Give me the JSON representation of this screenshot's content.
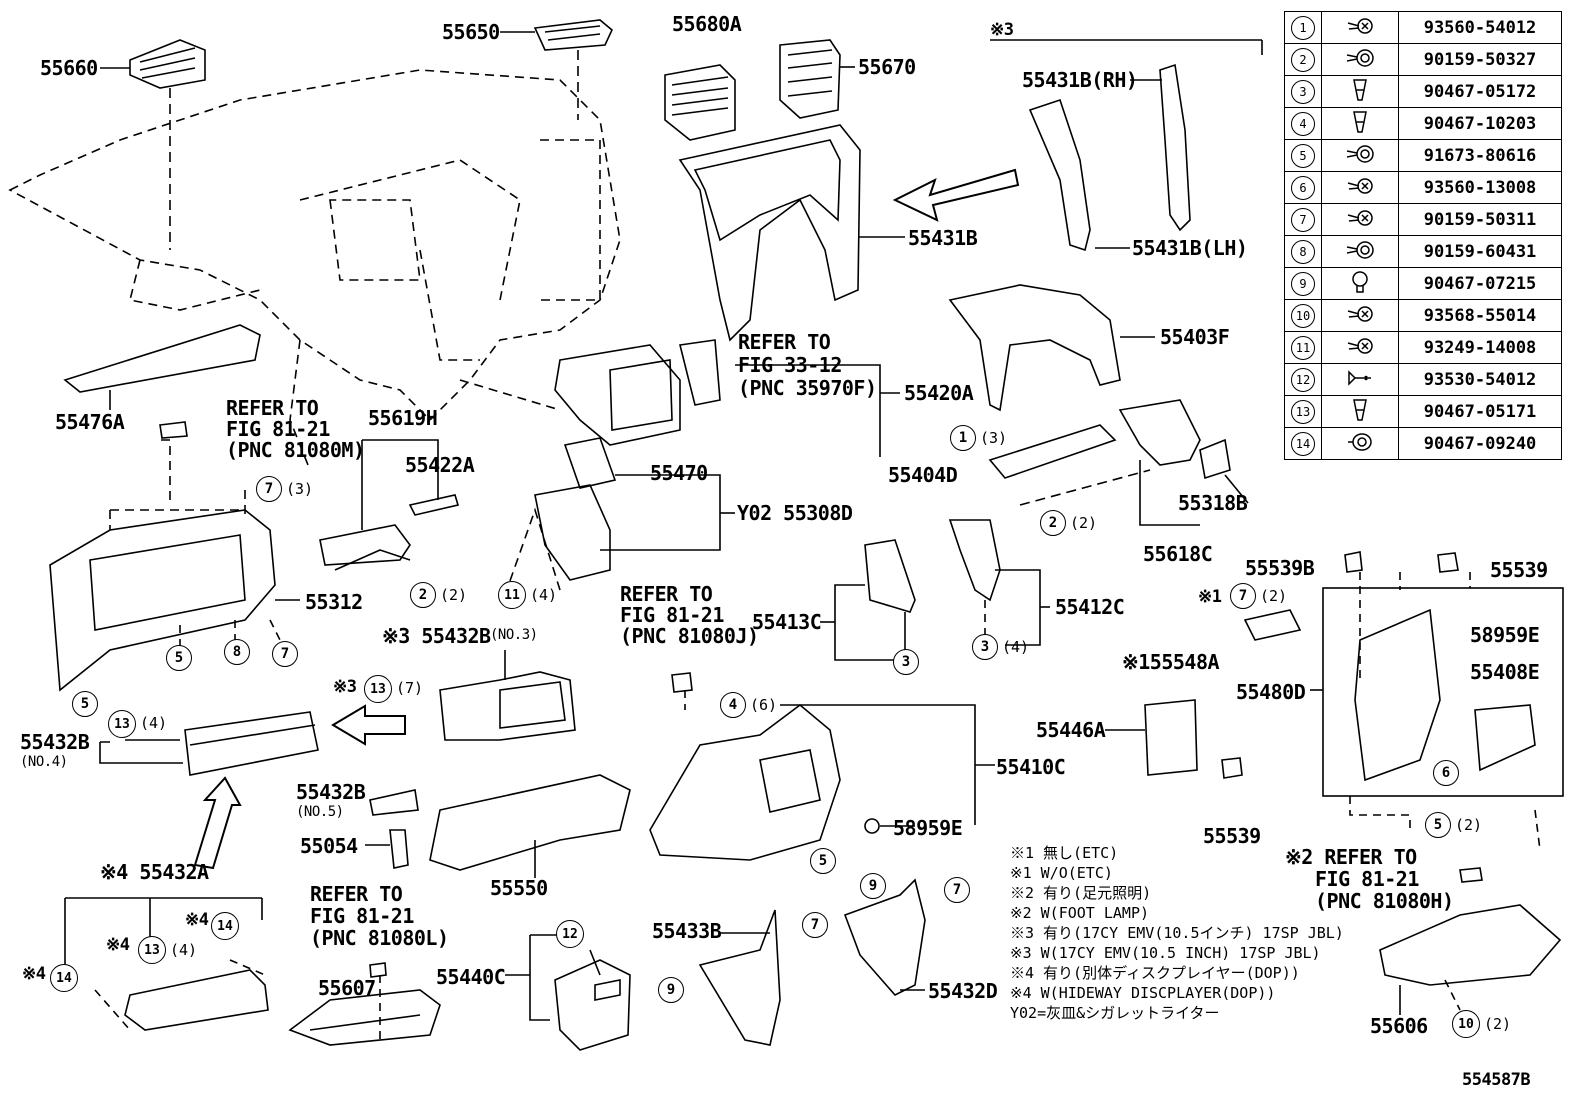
{
  "diagram_id": "554587B",
  "labels": {
    "p55660": "55660",
    "p55650": "55650",
    "p55680A": "55680A",
    "p55670": "55670",
    "mark3_top": "※3",
    "p55431B_RH": "55431B(RH)",
    "p55431B": "55431B",
    "p55431B_LH": "55431B(LH)",
    "p55403F": "55403F",
    "p55476A": "55476A",
    "refer_33_12_a": "REFER TO",
    "refer_33_12_b": "FIG 33-12",
    "refer_33_12_c": "(PNC 35970F)",
    "p55420A": "55420A",
    "refer_81080M_a": "REFER TO",
    "refer_81080M_b": "FIG 81-21",
    "refer_81080M_c": "(PNC 81080M)",
    "p55619H": "55619H",
    "p55422A": "55422A",
    "p55470": "55470",
    "p55404D": "55404D",
    "p55318B": "55318B",
    "y02_55308D": "Y02 55308D",
    "p55618C": "55618C",
    "p55312": "55312",
    "p55413C": "55413C",
    "p55412C": "55412C",
    "p55539B": "55539B",
    "p55539_a": "55539",
    "refer_81080J_a": "REFER TO",
    "refer_81080J_b": "FIG 81-21",
    "refer_81080J_c": "(PNC 81080J)",
    "mark1_a": "※1",
    "p55548A": "※155548A",
    "p58959E_a": "58959E",
    "p55408E": "55408E",
    "p55480D": "55480D",
    "p55432B_no3": "※3 55432B",
    "no3": "(NO.3)",
    "mark3_b": "※3",
    "p55432B_no4": "55432B",
    "no4": "(NO.4)",
    "p55446A": "55446A",
    "p55410C": "55410C",
    "p55432B_no5": "55432B",
    "no5": "(NO.5)",
    "p58959E_b": "58959E",
    "p55054": "55054",
    "p55539_b": "55539",
    "p55550": "55550",
    "p55432A": "※4 55432A",
    "mark4_a": "※4",
    "mark4_b": "※4",
    "mark4_c": "※4",
    "refer_81080L_a": "REFER TO",
    "refer_81080L_b": "FIG 81-21",
    "refer_81080L_c": "(PNC 81080L)",
    "refer_81080H_a": "※2 REFER TO",
    "refer_81080H_b": "FIG 81-21",
    "refer_81080H_c": "(PNC 81080H)",
    "p55433B": "55433B",
    "p55607": "55607",
    "p55440C": "55440C",
    "p55432D": "55432D",
    "p55606": "55606"
  },
  "callouts": {
    "c7_3": "(3)",
    "c1_3": "(3)",
    "c2_2a": "(2)",
    "c2_2b": "(2)",
    "c11_4": "(4)",
    "c3_4": "(4)",
    "c7_2": "(2)",
    "c13_7": "(7)",
    "c13_4a": "(4)",
    "c4_6": "(6)",
    "c5_2": "(2)",
    "c13_4b": "(4)",
    "c10_2": "(2)"
  },
  "notes": [
    "※1 無し(ETC)",
    "※1 W/O(ETC)",
    "※2 有り(足元照明)",
    "※2 W(FOOT LAMP)",
    "※3 有り(17CY EMV(10.5インチ) 17SP JBL)",
    "※3 W(17CY EMV(10.5 INCH) 17SP JBL)",
    "※4 有り(別体ディスクプレイヤー(DOP))",
    "※4 W(HIDEWAY DISCPLAYER(DOP))",
    "Y02=灰皿&シガレットライター"
  ],
  "fasteners": [
    {
      "no": "1",
      "icon": "screw-icon",
      "part": "93560-54012"
    },
    {
      "no": "2",
      "icon": "washer-screw-icon",
      "part": "90159-50327"
    },
    {
      "no": "3",
      "icon": "clip-icon",
      "part": "90467-05172"
    },
    {
      "no": "4",
      "icon": "clip-icon",
      "part": "90467-10203"
    },
    {
      "no": "5",
      "icon": "washer-screw-icon",
      "part": "91673-80616"
    },
    {
      "no": "6",
      "icon": "screw-icon",
      "part": "93560-13008"
    },
    {
      "no": "7",
      "icon": "screw-icon",
      "part": "90159-50311"
    },
    {
      "no": "8",
      "icon": "washer-screw-icon",
      "part": "90159-60431"
    },
    {
      "no": "9",
      "icon": "push-clip-icon",
      "part": "90467-07215"
    },
    {
      "no": "10",
      "icon": "screw-icon",
      "part": "93568-55014"
    },
    {
      "no": "11",
      "icon": "screw-icon",
      "part": "93249-14008"
    },
    {
      "no": "12",
      "icon": "flat-screw-icon",
      "part": "93530-54012"
    },
    {
      "no": "13",
      "icon": "clip-icon",
      "part": "90467-05171"
    },
    {
      "no": "14",
      "icon": "grommet-icon",
      "part": "90467-09240"
    }
  ]
}
